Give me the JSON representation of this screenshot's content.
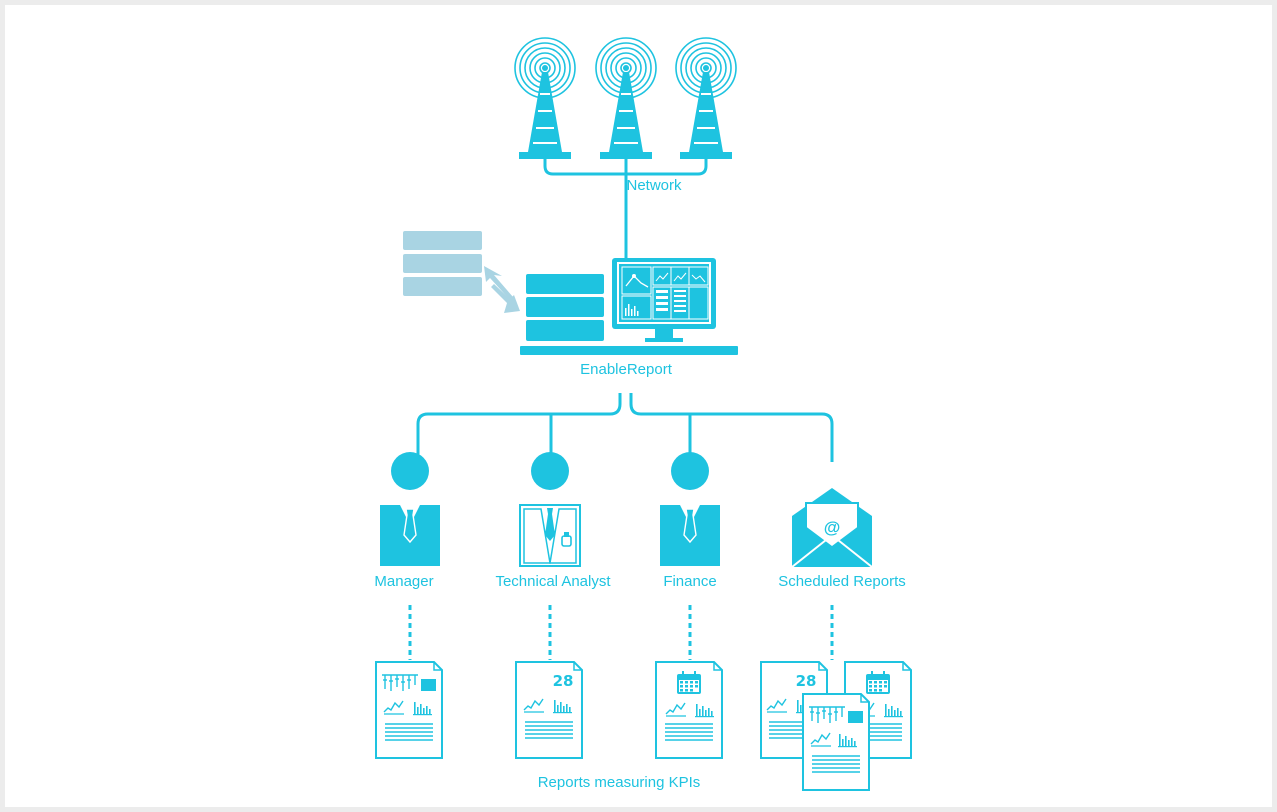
{
  "colors": {
    "accent": "#1ec3e0",
    "accent_light": "#a9d4e3",
    "background": "#ececec",
    "panel": "#ffffff"
  },
  "labels": {
    "network": "Network",
    "server": "EnableReport",
    "manager": "Manager",
    "technical_analyst": "Technical Analyst",
    "finance": "Finance",
    "scheduled_reports": "Scheduled Reports",
    "reports": "Reports measuring KPIs",
    "calendar_day": "28",
    "email_symbol": "@"
  },
  "icons": {
    "towers": [
      "radio-tower-icon",
      "radio-tower-icon",
      "radio-tower-icon"
    ],
    "database": "database-icon",
    "backup_database": "backup-database-icon",
    "sync": "sync-arrows-icon",
    "monitor": "dashboard-monitor-icon",
    "manager": "businessman-icon",
    "technical_analyst": "analyst-icon",
    "finance": "businessman-icon",
    "scheduled_reports": "email-envelope-icon",
    "report": "report-document-icon"
  }
}
